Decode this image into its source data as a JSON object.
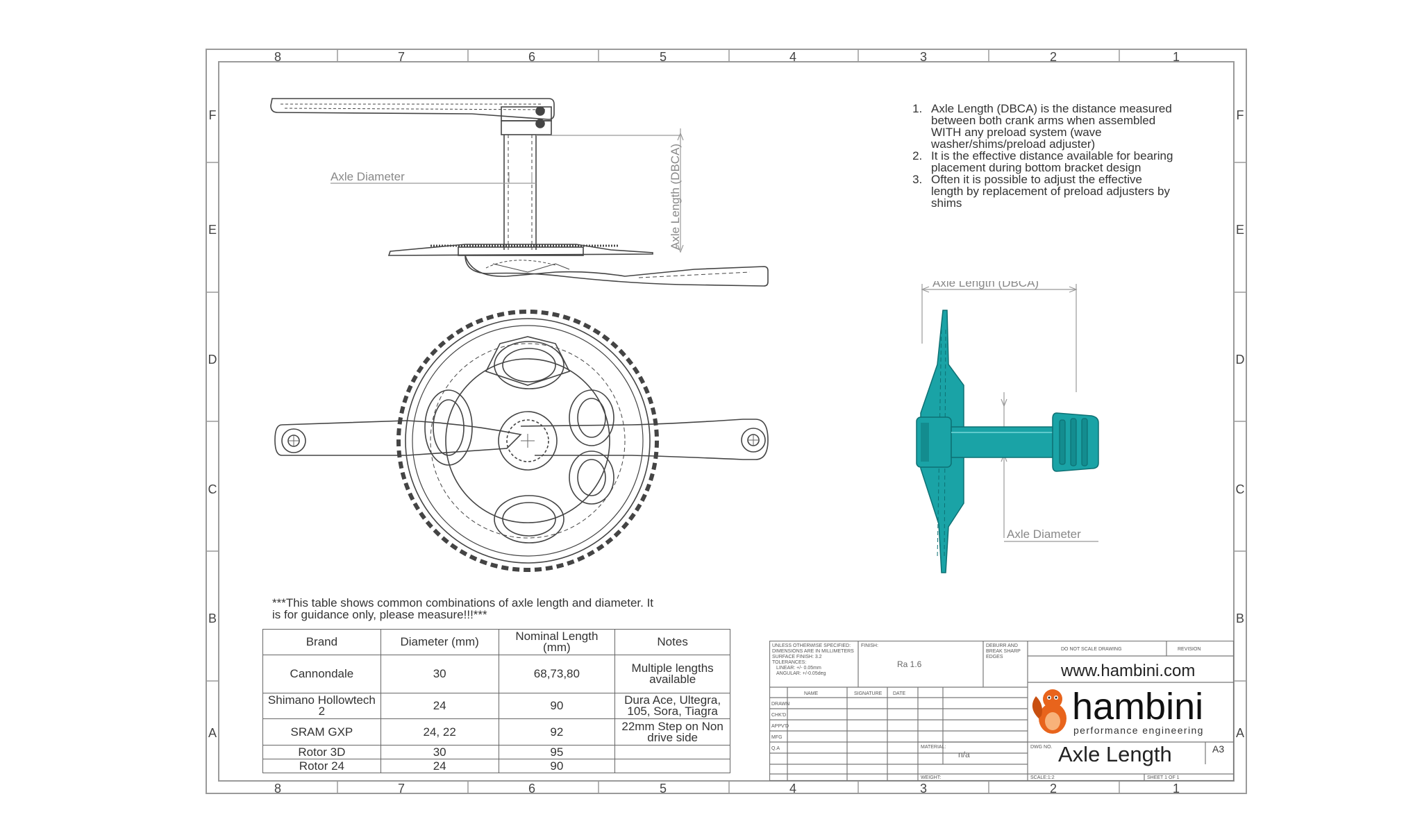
{
  "border": {
    "columns": [
      "8",
      "7",
      "6",
      "5",
      "4",
      "3",
      "2",
      "1"
    ],
    "rows": [
      "F",
      "E",
      "D",
      "C",
      "B",
      "A"
    ]
  },
  "labels": {
    "axle_diameter": "Axle Diameter",
    "axle_length": "Axle Length (DBCA)"
  },
  "notes": [
    "Axle Length (DBCA) is the distance measured between both crank arms when assembled WITH any preload system (wave washer/shims/preload adjuster)",
    "It is the effective distance available for bearing placement during bottom bracket design",
    "Often it is possible to adjust the effective length by replacement of preload adjusters by shims"
  ],
  "disclaimer": "***This table shows common combinations of axle length and diameter. It is for guidance only, please measure!!!***",
  "table": {
    "headers": [
      "Brand",
      "Diameter (mm)",
      "Nominal Length (mm)",
      "Notes"
    ],
    "rows": [
      [
        "Cannondale",
        "30",
        "68,73,80",
        "Multiple lengths available"
      ],
      [
        "Shimano Hollowtech 2",
        "24",
        "90",
        "Dura Ace, Ultegra, 105, Sora, Tiagra"
      ],
      [
        "SRAM GXP",
        "24, 22",
        "92",
        "22mm Step on Non drive side"
      ],
      [
        "Rotor 3D",
        "30",
        "95",
        ""
      ],
      [
        "Rotor 24",
        "24",
        "90",
        ""
      ]
    ]
  },
  "title_block": {
    "general_notes": [
      "UNLESS OTHERWISE SPECIFIED:",
      "DIMENSIONS ARE IN MILLIMETERS",
      "SURFACE FINISH: 3.2",
      "TOLERANCES:",
      "LINEAR: +/- 0.05mm",
      "ANGULAR: +/-0.05deg"
    ],
    "finish_label": "FINISH:",
    "finish_value": "Ra 1.6",
    "deburr": [
      "DEBURR AND",
      "BREAK SHARP",
      "EDGES"
    ],
    "do_not_scale": "DO NOT SCALE DRAWING",
    "revision": "REVISION",
    "website": "www.hambini.com",
    "brand": "hambini",
    "tagline": "performance engineering",
    "col_headers": [
      "NAME",
      "SIGNATURE",
      "DATE"
    ],
    "role_rows": [
      "DRAWN",
      "CHK'D",
      "APPV'D",
      "MFG",
      "Q.A"
    ],
    "material_label": "MATERIAL:",
    "material_value": "n/a",
    "dwg_no_label": "DWG NO.",
    "drawing_title": "Axle Length",
    "size": "A3",
    "weight_label": "WEIGHT:",
    "scale": "SCALE:1:2",
    "sheet": "SHEET 1 OF 1"
  },
  "colors": {
    "line": "#444444",
    "dim": "#999999",
    "teal": "#1aa3a6",
    "teal_dark": "#0d7073",
    "logo_orange": "#e8641c"
  }
}
